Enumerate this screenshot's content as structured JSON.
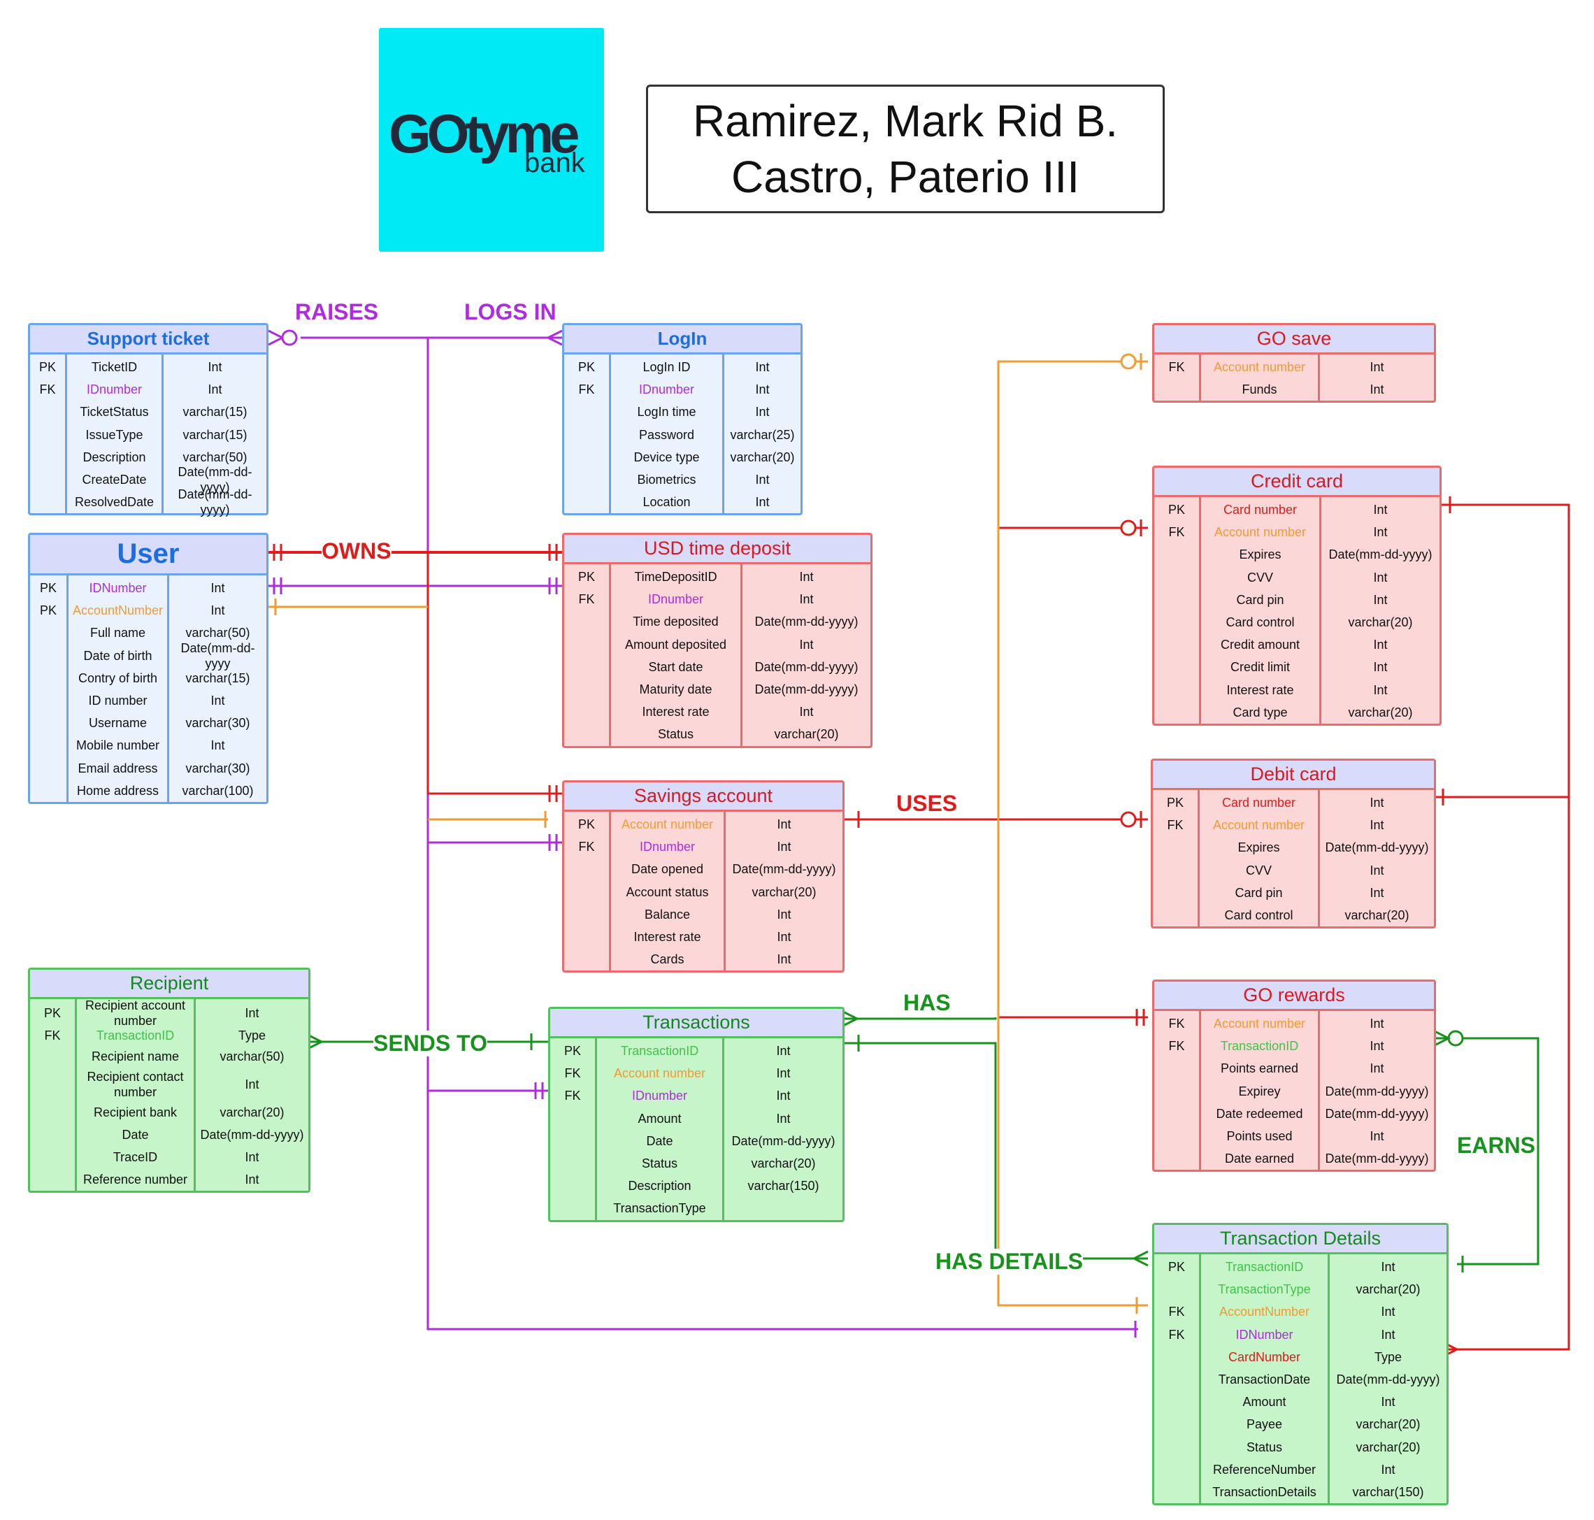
{
  "colors": {
    "purple": "#b02be0",
    "red": "#e11a1a",
    "orange": "#f39a32",
    "green": "#17921c",
    "logo_bg": "#00eaf5",
    "logo_text": "#24293a"
  },
  "logo": {
    "word": "GOtyme",
    "sub": "bank"
  },
  "names": {
    "line1": "Ramirez, Mark Rid B.",
    "line2": "Castro, Paterio III"
  },
  "relationships": {
    "raises": "RAISES",
    "logs_in": "LOGS IN",
    "owns": "OWNS",
    "uses": "USES",
    "has": "HAS",
    "sends_to": "SENDS TO",
    "has_details": "HAS DETAILS",
    "earns": "EARNS"
  },
  "entities": [
    {
      "id": "support_ticket",
      "title": "Support ticket",
      "color": "blue",
      "rows": [
        {
          "key": "PK",
          "name": "TicketID",
          "type": "Int"
        },
        {
          "key": "FK",
          "name": "IDnumber",
          "type": "Int",
          "name_color": "purple"
        },
        {
          "key": "",
          "name": "TicketStatus",
          "type": "varchar(15)"
        },
        {
          "key": "",
          "name": "IssueType",
          "type": "varchar(15)"
        },
        {
          "key": "",
          "name": "Description",
          "type": "varchar(50)"
        },
        {
          "key": "",
          "name": "CreateDate",
          "type": "Date(mm-dd-yyyy)"
        },
        {
          "key": "",
          "name": "ResolvedDate",
          "type": "Date(mm-dd-yyyy)"
        }
      ]
    },
    {
      "id": "login",
      "title": "LogIn",
      "color": "blue",
      "rows": [
        {
          "key": "PK",
          "name": "LogIn ID",
          "type": "Int"
        },
        {
          "key": "FK",
          "name": "IDnumber",
          "type": "Int",
          "name_color": "purple"
        },
        {
          "key": "",
          "name": "LogIn time",
          "type": "Int"
        },
        {
          "key": "",
          "name": "Password",
          "type": "varchar(25)"
        },
        {
          "key": "",
          "name": "Device type",
          "type": "varchar(20)"
        },
        {
          "key": "",
          "name": "Biometrics",
          "type": "Int"
        },
        {
          "key": "",
          "name": "Location",
          "type": "Int"
        }
      ]
    },
    {
      "id": "user",
      "title": "User",
      "color": "blue",
      "rows": [
        {
          "key": "PK",
          "name": "IDNumber",
          "type": "Int",
          "name_color": "purple"
        },
        {
          "key": "PK",
          "name": "AccountNumber",
          "type": "Int",
          "name_color": "orange"
        },
        {
          "key": "",
          "name": "Full name",
          "type": "varchar(50)"
        },
        {
          "key": "",
          "name": "Date of birth",
          "type": "Date(mm-dd-yyyy"
        },
        {
          "key": "",
          "name": "Contry of birth",
          "type": "varchar(15)"
        },
        {
          "key": "",
          "name": "ID number",
          "type": "Int"
        },
        {
          "key": "",
          "name": "Username",
          "type": "varchar(30)"
        },
        {
          "key": "",
          "name": "Mobile number",
          "type": "Int"
        },
        {
          "key": "",
          "name": "Email address",
          "type": "varchar(30)"
        },
        {
          "key": "",
          "name": "Home address",
          "type": "varchar(100)"
        }
      ]
    },
    {
      "id": "usd_time_deposit",
      "title": "USD time deposit",
      "color": "red",
      "rows": [
        {
          "key": "PK",
          "name": "TimeDepositID",
          "type": "Int"
        },
        {
          "key": "FK",
          "name": "IDnumber",
          "type": "Int",
          "name_color": "purple"
        },
        {
          "key": "",
          "name": "Time deposited",
          "type": "Date(mm-dd-yyyy)"
        },
        {
          "key": "",
          "name": "Amount deposited",
          "type": "Int"
        },
        {
          "key": "",
          "name": "Start date",
          "type": "Date(mm-dd-yyyy)"
        },
        {
          "key": "",
          "name": "Maturity date",
          "type": "Date(mm-dd-yyyy)"
        },
        {
          "key": "",
          "name": "Interest rate",
          "type": "Int"
        },
        {
          "key": "",
          "name": "Status",
          "type": "varchar(20)"
        }
      ]
    },
    {
      "id": "savings_account",
      "title": "Savings account",
      "color": "red",
      "rows": [
        {
          "key": "PK",
          "name": "Account number",
          "type": "Int",
          "name_color": "orange"
        },
        {
          "key": "FK",
          "name": "IDnumber",
          "type": "Int",
          "name_color": "purple"
        },
        {
          "key": "",
          "name": "Date opened",
          "type": "Date(mm-dd-yyyy)"
        },
        {
          "key": "",
          "name": "Account status",
          "type": "varchar(20)"
        },
        {
          "key": "",
          "name": "Balance",
          "type": "Int"
        },
        {
          "key": "",
          "name": "Interest rate",
          "type": "Int"
        },
        {
          "key": "",
          "name": "Cards",
          "type": "Int"
        }
      ]
    },
    {
      "id": "recipient",
      "title": "Recipient",
      "color": "green",
      "rows": [
        {
          "key": "PK",
          "name": "Recipient account number",
          "type": "Int"
        },
        {
          "key": "FK",
          "name": "TransactionID",
          "type": "Type",
          "name_color": "lightgreen"
        },
        {
          "key": "",
          "name": "Recipient name",
          "type": "varchar(50)"
        },
        {
          "key": "",
          "name": "Recipient contact number",
          "type": "Int"
        },
        {
          "key": "",
          "name": "Recipient bank",
          "type": "varchar(20)"
        },
        {
          "key": "",
          "name": "Date",
          "type": "Date(mm-dd-yyyy)"
        },
        {
          "key": "",
          "name": "TraceID",
          "type": "Int"
        },
        {
          "key": "",
          "name": "Reference number",
          "type": "Int"
        }
      ]
    },
    {
      "id": "transactions",
      "title": "Transactions",
      "color": "green",
      "rows": [
        {
          "key": "PK",
          "name": "TransactionID",
          "type": "Int",
          "name_color": "lightgreen"
        },
        {
          "key": "FK",
          "name": "Account number",
          "type": "Int",
          "name_color": "orange"
        },
        {
          "key": "FK",
          "name": "IDnumber",
          "type": "Int",
          "name_color": "purple"
        },
        {
          "key": "",
          "name": "Amount",
          "type": "Int"
        },
        {
          "key": "",
          "name": "Date",
          "type": "Date(mm-dd-yyyy)"
        },
        {
          "key": "",
          "name": "Status",
          "type": "varchar(20)"
        },
        {
          "key": "",
          "name": "Description",
          "type": "varchar(150)"
        },
        {
          "key": "",
          "name": "TransactionType",
          "type": ""
        }
      ]
    },
    {
      "id": "go_save",
      "title": "GO save",
      "color": "red",
      "rows": [
        {
          "key": "FK",
          "name": "Account number",
          "type": "Int",
          "name_color": "orange"
        },
        {
          "key": "",
          "name": "Funds",
          "type": "Int"
        }
      ]
    },
    {
      "id": "credit_card",
      "title": "Credit card",
      "color": "red",
      "rows": [
        {
          "key": "PK",
          "name": "Card number",
          "type": "Int",
          "name_color": "red"
        },
        {
          "key": "FK",
          "name": "Account number",
          "type": "Int",
          "name_color": "orange"
        },
        {
          "key": "",
          "name": "Expires",
          "type": "Date(mm-dd-yyyy)"
        },
        {
          "key": "",
          "name": "CVV",
          "type": "Int"
        },
        {
          "key": "",
          "name": "Card pin",
          "type": "Int"
        },
        {
          "key": "",
          "name": "Card control",
          "type": "varchar(20)"
        },
        {
          "key": "",
          "name": "Credit amount",
          "type": "Int"
        },
        {
          "key": "",
          "name": "Credit limit",
          "type": "Int"
        },
        {
          "key": "",
          "name": "Interest rate",
          "type": "Int"
        },
        {
          "key": "",
          "name": "Card type",
          "type": "varchar(20)"
        }
      ]
    },
    {
      "id": "debit_card",
      "title": "Debit card",
      "color": "red",
      "rows": [
        {
          "key": "PK",
          "name": "Card number",
          "type": "Int",
          "name_color": "red"
        },
        {
          "key": "FK",
          "name": "Account number",
          "type": "Int",
          "name_color": "orange"
        },
        {
          "key": "",
          "name": "Expires",
          "type": "Date(mm-dd-yyyy)"
        },
        {
          "key": "",
          "name": "CVV",
          "type": "Int"
        },
        {
          "key": "",
          "name": "Card pin",
          "type": "Int"
        },
        {
          "key": "",
          "name": "Card control",
          "type": "varchar(20)"
        }
      ]
    },
    {
      "id": "go_rewards",
      "title": "GO rewards",
      "color": "red",
      "rows": [
        {
          "key": "FK",
          "name": "Account number",
          "type": "Int",
          "name_color": "orange"
        },
        {
          "key": "FK",
          "name": "TransactionID",
          "type": "Int",
          "name_color": "lightgreen"
        },
        {
          "key": "",
          "name": "Points earned",
          "type": "Int"
        },
        {
          "key": "",
          "name": "Expirey",
          "type": "Date(mm-dd-yyyy)"
        },
        {
          "key": "",
          "name": "Date redeemed",
          "type": "Date(mm-dd-yyyy)"
        },
        {
          "key": "",
          "name": "Points used",
          "type": "Int"
        },
        {
          "key": "",
          "name": "Date earned",
          "type": "Date(mm-dd-yyyy)"
        }
      ]
    },
    {
      "id": "transaction_details",
      "title": "Transaction Details",
      "color": "green",
      "rows": [
        {
          "key": "PK",
          "name": "TransactionID",
          "type": "Int",
          "name_color": "lightgreen"
        },
        {
          "key": "",
          "name": "TransactionType",
          "type": "varchar(20)",
          "name_color": "lightgreen"
        },
        {
          "key": "FK",
          "name": "AccountNumber",
          "type": "Int",
          "name_color": "orange"
        },
        {
          "key": "FK",
          "name": "IDNumber",
          "type": "Int",
          "name_color": "purple"
        },
        {
          "key": "",
          "name": "CardNumber",
          "type": "Type",
          "name_color": "red"
        },
        {
          "key": "",
          "name": "TransactionDate",
          "type": "Date(mm-dd-yyyy)"
        },
        {
          "key": "",
          "name": "Amount",
          "type": "Int"
        },
        {
          "key": "",
          "name": "Payee",
          "type": "varchar(20)"
        },
        {
          "key": "",
          "name": "Status",
          "type": "varchar(20)"
        },
        {
          "key": "",
          "name": "ReferenceNumber",
          "type": "Int"
        },
        {
          "key": "",
          "name": "TransactionDetails",
          "type": "varchar(150)"
        }
      ]
    }
  ]
}
